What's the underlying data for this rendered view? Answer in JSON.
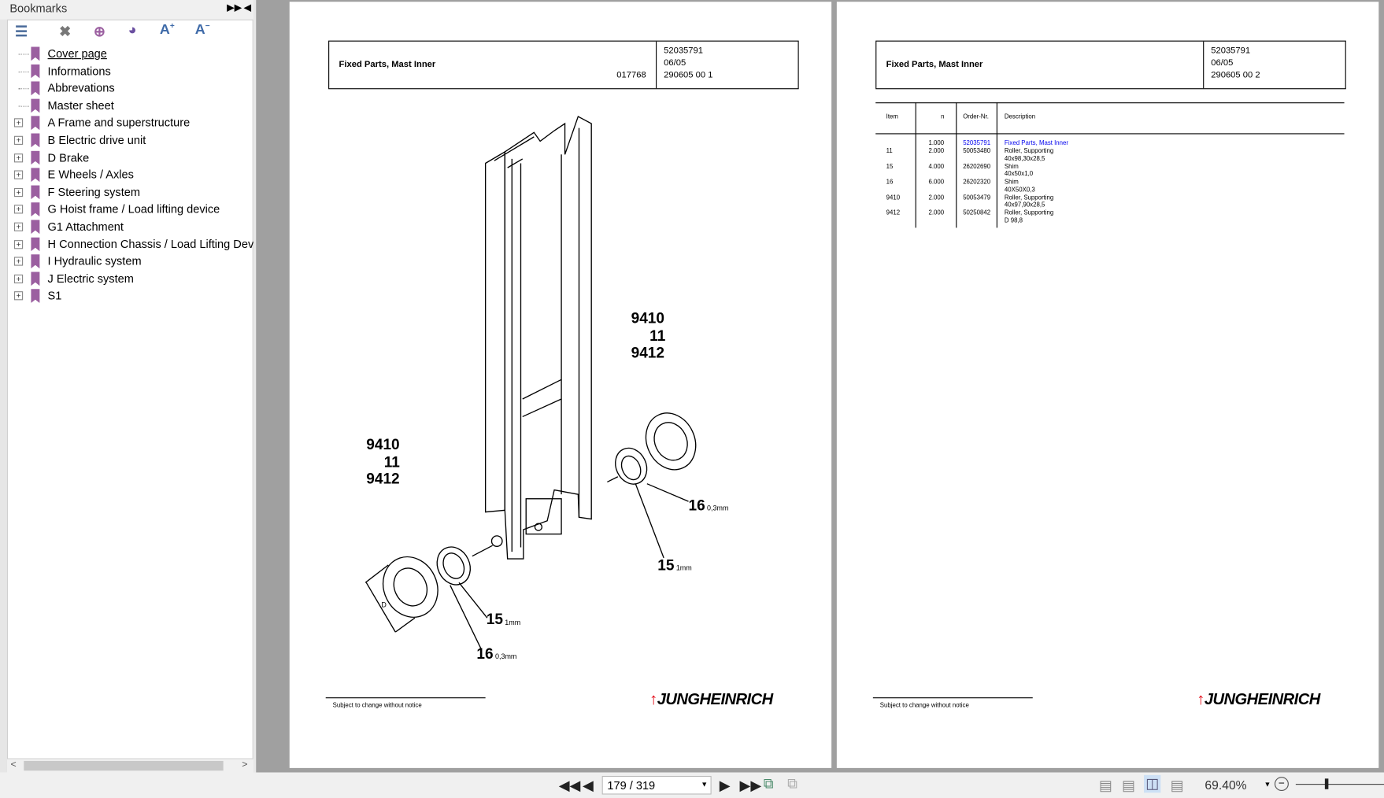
{
  "sidebar": {
    "title": "Bookmarks",
    "toolbar": [
      "options",
      "delete-bookmark",
      "add-bookmark",
      "bookmark-goto",
      "text-larger",
      "text-smaller"
    ],
    "items": [
      {
        "label": "Cover page",
        "expandable": false
      },
      {
        "label": "Informations",
        "expandable": false
      },
      {
        "label": "Abbrevations",
        "expandable": false
      },
      {
        "label": "Master sheet",
        "expandable": false
      },
      {
        "label": "A Frame and superstructure",
        "expandable": true
      },
      {
        "label": "B Electric drive unit",
        "expandable": true
      },
      {
        "label": "D Brake",
        "expandable": true
      },
      {
        "label": "E Wheels / Axles",
        "expandable": true
      },
      {
        "label": "F Steering system",
        "expandable": true
      },
      {
        "label": "G Hoist frame / Load lifting device",
        "expandable": true
      },
      {
        "label": "G1 Attachment",
        "expandable": true
      },
      {
        "label": "H Connection Chassis / Load Lifting Devi",
        "expandable": true
      },
      {
        "label": "I Hydraulic system",
        "expandable": true
      },
      {
        "label": "J Electric system",
        "expandable": true
      },
      {
        "label": "S1",
        "expandable": true
      }
    ]
  },
  "page_left": {
    "title": "Fixed Parts, Mast  Inner",
    "drawing_no": "017768",
    "part_no": "52035791",
    "date": "06/05",
    "sheet": "290605 00 1",
    "labels": {
      "a9410": "9410",
      "a11": "11",
      "a9412": "9412",
      "b9410": "9410",
      "b11": "11",
      "b9412": "9412",
      "c16": "16",
      "c16u": "0,3mm",
      "c15": "15",
      "c15u": "1mm",
      "d15": "15",
      "d15u": "1mm",
      "d16": "16",
      "d16u": "0,3mm",
      "dim": "D"
    },
    "footer": "Subject to change without notice",
    "logo": "JUNGHEINRICH"
  },
  "page_right": {
    "title": "Fixed Parts, Mast  Inner",
    "part_no": "52035791",
    "date": "06/05",
    "sheet": "290605 00 2",
    "table": {
      "headers": [
        "Item",
        "n",
        "Order-Nr.",
        "Description"
      ],
      "rows": [
        {
          "item": "",
          "n": "1.000",
          "order": "52035791",
          "desc": [
            "Fixed Parts, Mast  Inner"
          ],
          "link": true
        },
        {
          "item": "11",
          "n": "2.000",
          "order": "50053480",
          "desc": [
            "Roller, Supporting",
            "40x98,30x28,5"
          ]
        },
        {
          "item": "15",
          "n": "4.000",
          "order": "26202690",
          "desc": [
            "Shim",
            "40x50x1,0"
          ]
        },
        {
          "item": "16",
          "n": "6.000",
          "order": "26202320",
          "desc": [
            "Shim",
            "40X50X0,3"
          ]
        },
        {
          "item": "9410",
          "n": "2.000",
          "order": "50053479",
          "desc": [
            "Roller, Supporting",
            "40x97,90x28,5"
          ]
        },
        {
          "item": "9412",
          "n": "2.000",
          "order": "50250842",
          "desc": [
            "Roller, Supporting",
            "D 98,8"
          ]
        }
      ]
    },
    "footer": "Subject to change without notice",
    "logo": "JUNGHEINRICH"
  },
  "bottombar": {
    "page": "179 / 319",
    "zoom": "69.40%",
    "zoom_slider_fraction": 0.35
  },
  "colors": {
    "bookmark": "#9b5fa0",
    "link": "#0000ee",
    "logo_arrow": "#e30613"
  }
}
